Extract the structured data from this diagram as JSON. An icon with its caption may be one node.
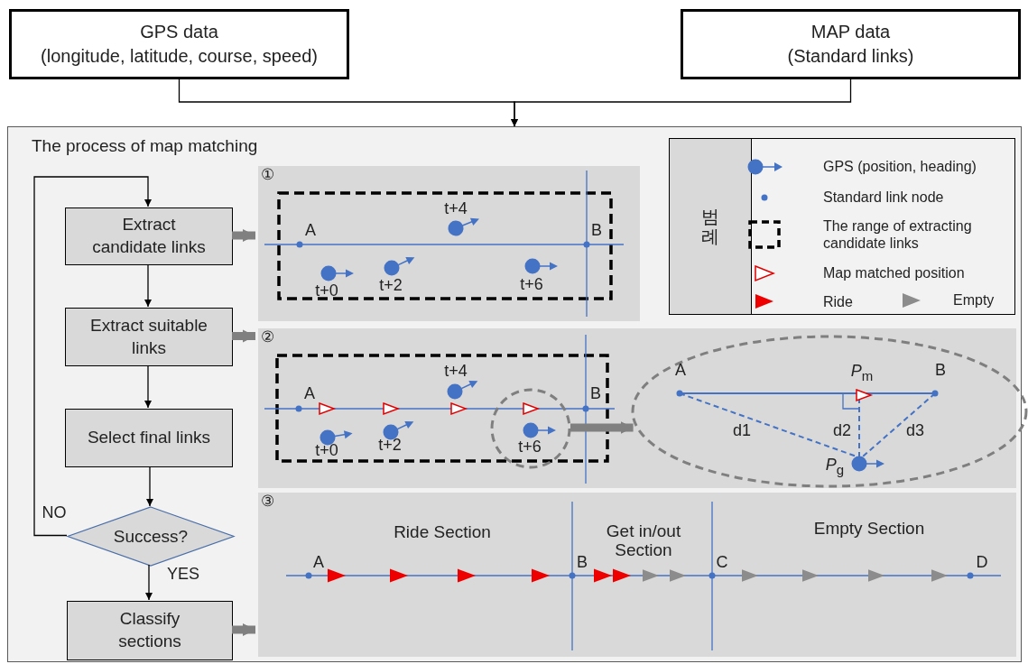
{
  "diagram": {
    "nodes": [
      {
        "text": [
          "GPS data",
          "(longitude, latitude, course, speed)"
        ]
      },
      {
        "text": [
          "MAP data",
          "(Standard links)"
        ]
      },
      {
        "text": [
          "The process of map matching"
        ]
      },
      {
        "text": [
          "Extract candidate links"
        ],
        "in": 2
      },
      {
        "text": [
          "Extract suitable links"
        ],
        "in": 2
      },
      {
        "text": [
          "Select final links"
        ],
        "in": 2
      },
      {
        "text": [
          "Success?"
        ],
        "in": 2
      },
      {
        "text": [
          "Classify sections"
        ],
        "in": 2
      },
      {
        "text": [
          "①"
        ],
        "in": 2
      },
      {
        "text": [
          "②"
        ],
        "in": 2
      },
      {
        "text": [
          "③"
        ],
        "in": 2
      },
      {
        "text": [
          "범례"
        ],
        "in": 2
      },
      {
        "text": [],
        "shape": "circle",
        "in": 9
      },
      {
        "text": [],
        "shape": "ellipse",
        "in": 9
      }
    ],
    "edges": [
      {
        "from": 0,
        "to": 2,
        "arrow": "to"
      },
      {
        "from": 1,
        "to": 2,
        "arrow": "to"
      },
      {
        "from": 3,
        "to": 4,
        "arrow": "to"
      },
      {
        "from": 4,
        "to": 5,
        "arrow": "to"
      },
      {
        "from": 5,
        "to": 6,
        "arrow": "to"
      },
      {
        "from": 6,
        "to": 7,
        "arrow": "to",
        "label": "YES"
      },
      {
        "from": 6,
        "to": 3,
        "arrow": "to",
        "label": "NO"
      },
      {
        "from": 3,
        "to": 8,
        "arrow": "to",
        "style": "thick",
        "color": "#808080"
      },
      {
        "from": 4,
        "to": 9,
        "arrow": "to",
        "style": "thick",
        "color": "#808080"
      },
      {
        "from": 7,
        "to": 10,
        "arrow": "to",
        "style": "thick",
        "color": "#808080"
      },
      {
        "from": 12,
        "to": 13,
        "arrow": "to",
        "style": "thick",
        "color": "#808080"
      }
    ],
    "labels": [
      "A",
      "B",
      "t+4",
      "t+0",
      "t+2",
      "t+6",
      "A",
      "B",
      "t+4",
      "t+0",
      "t+2",
      "t+6",
      "A",
      "*P*$_{m}$",
      "B",
      "d1",
      "d2",
      "d3",
      "*P*$_{g}$",
      "Ride Section",
      "Get in/out Section",
      "Empty Section",
      "A",
      "B",
      "C",
      "D"
    ],
    "legend": [
      {
        "text": "GPS (position, heading)"
      },
      {
        "text": "Standard link node"
      },
      {
        "text": "The range of extracting candidate links"
      },
      {
        "text": "Map matched position"
      },
      {
        "text": "Ride"
      },
      {
        "text": "Empty"
      }
    ]
  }
}
